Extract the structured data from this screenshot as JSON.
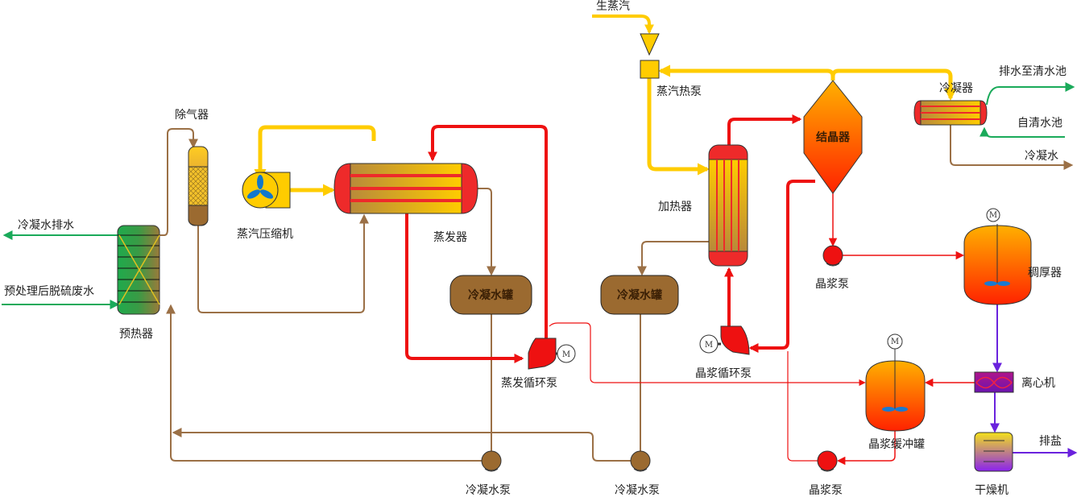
{
  "labels": {
    "condensate_drain": "冷凝水排水",
    "pretreated_wastewater": "预处理后脱硫废水",
    "preheater": "预热器",
    "deaerator": "除气器",
    "compressor": "蒸汽压缩机",
    "evaporator": "蒸发器",
    "condensate_tank_1": "冷凝水罐",
    "condensate_tank_2": "冷凝水罐",
    "evap_circ_pump": "蒸发循环泵",
    "condensate_pump_1": "冷凝水泵",
    "condensate_pump_2": "冷凝水泵",
    "live_steam": "生蒸汽",
    "steam_heat_pump": "蒸汽热泵",
    "heater": "加热器",
    "crystallizer": "结晶器",
    "condenser": "冷凝器",
    "drain_to_clear_pool": "排水至清水池",
    "from_clear_pool": "自清水池",
    "condensate_water": "冷凝水",
    "slurry_pump_1": "晶浆泵",
    "thickener": "稠厚器",
    "slurry_circ_pump": "晶浆循环泵",
    "centrifuge": "离心机",
    "slurry_buffer_tank": "晶浆缓冲罐",
    "slurry_pump_2": "晶浆泵",
    "dryer": "干燥机",
    "salt_discharge": "排盐",
    "motor": "M"
  },
  "colors": {
    "steam": "#ffcc00",
    "slurry": "#ee1111",
    "condensate": "#9b7046",
    "water": "#1aaa5a",
    "salt": "#6a22dd"
  }
}
